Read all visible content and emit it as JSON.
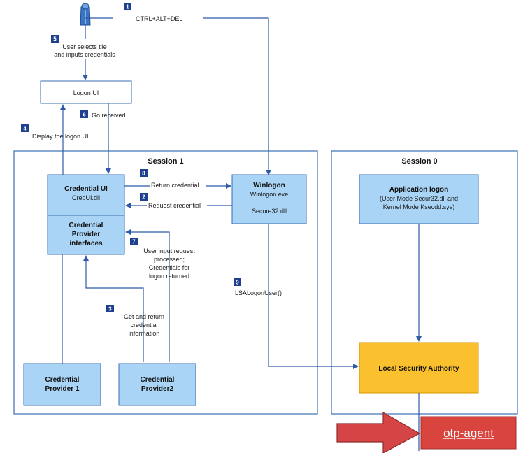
{
  "colors": {
    "arrow": "#2e5aa8",
    "box_fill": "#a9d4f5",
    "box_stroke": "#3b6fb5",
    "session_stroke": "#3b6fb5",
    "step_badge": "#1f3f8f",
    "lsa_fill": "#fbc02d",
    "lsa_stroke": "#d39a00",
    "callout_arrow": "#d64545",
    "callout_box": "#d9443f"
  },
  "icons": {
    "user": "user-icon"
  },
  "sessions": {
    "session1": {
      "title": "Session 1"
    },
    "session0": {
      "title": "Session 0"
    }
  },
  "nodes": {
    "logon_ui": {
      "title": "Logon UI"
    },
    "credential_ui": {
      "title": "Credential UI",
      "sub": "CredUI.dll"
    },
    "cp_interfaces": {
      "line1": "Credential",
      "line2": "Provider",
      "line3": "interfaces"
    },
    "winlogon": {
      "title": "Winlogon",
      "sub1": "Winlogon.exe",
      "sub2": "Secure32.dll"
    },
    "app_logon": {
      "title": "Application logon",
      "sub1": "(User Mode Secur32.dll and",
      "sub2": "Kernel Mode Ksecdd.sys)"
    },
    "provider1": {
      "line1": "Credential",
      "line2": "Provider 1"
    },
    "provider2": {
      "line1": "Credential",
      "line2": "Provider2"
    },
    "lsa": {
      "title": "Local Security Authority"
    }
  },
  "steps": [
    {
      "num": "1",
      "label": "CTRL+ALT+DEL"
    },
    {
      "num": "2",
      "label": "Request credential"
    },
    {
      "num": "3",
      "line1": "Get and return",
      "line2": "credential",
      "line3": "information"
    },
    {
      "num": "4",
      "label": "Display the logon UI"
    },
    {
      "num": "5",
      "line1": "User selects tile",
      "line2": "and inputs credentials"
    },
    {
      "num": "6",
      "label": "Go received"
    },
    {
      "num": "7",
      "line1": "User input request",
      "line2": "processed;",
      "line3": "Credentials for",
      "line4": "logon returned"
    },
    {
      "num": "8",
      "label": "Return credential"
    },
    {
      "num": "9",
      "label": "LSALogonUser()"
    }
  ],
  "callout": {
    "label": "otp-agent"
  }
}
